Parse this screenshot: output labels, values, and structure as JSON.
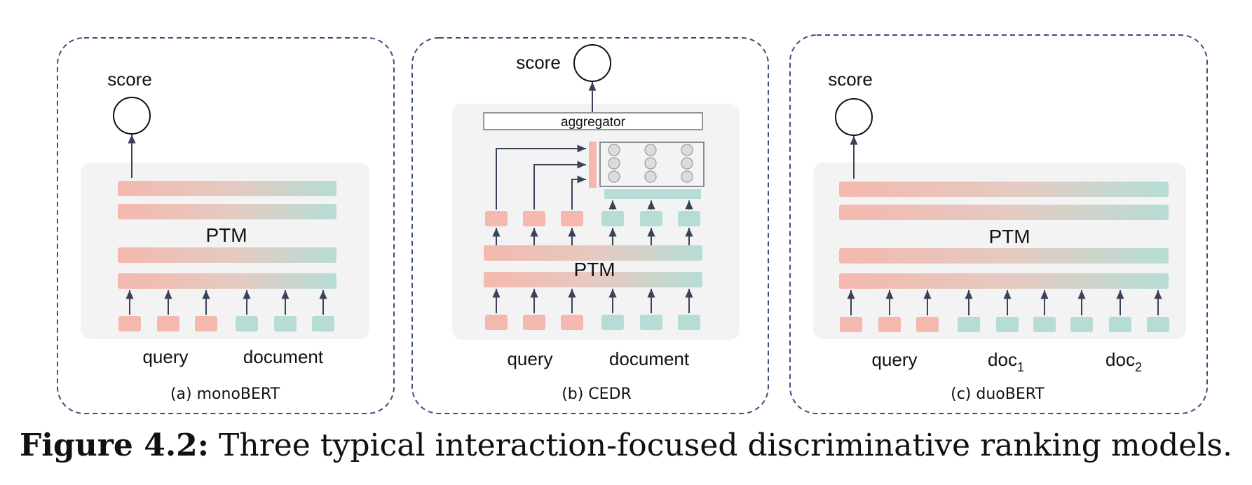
{
  "colors": {
    "query_token": "#f4b8ae",
    "doc_token": "#b5ddd5",
    "panel_bg": "#f3f3f3",
    "border": "#3a4f7a",
    "arrow": "#3a4258"
  },
  "panels": {
    "mono": {
      "score": "score",
      "ptm": "PTM",
      "query": "query",
      "document": "document",
      "caption": "(a) monoBERT"
    },
    "cedr": {
      "score": "score",
      "aggregator": "aggregator",
      "ptm": "PTM",
      "query": "query",
      "document": "document",
      "caption": "(b) CEDR"
    },
    "duo": {
      "score": "score",
      "ptm": "PTM",
      "query": "query",
      "doc1": "doc",
      "doc1_sub": "1",
      "doc2": "doc",
      "doc2_sub": "2",
      "caption": "(c) duoBERT"
    }
  },
  "figure_caption": {
    "label": "Figure 4.2:",
    "text": " Three typical interaction-focused discriminative ranking models."
  }
}
